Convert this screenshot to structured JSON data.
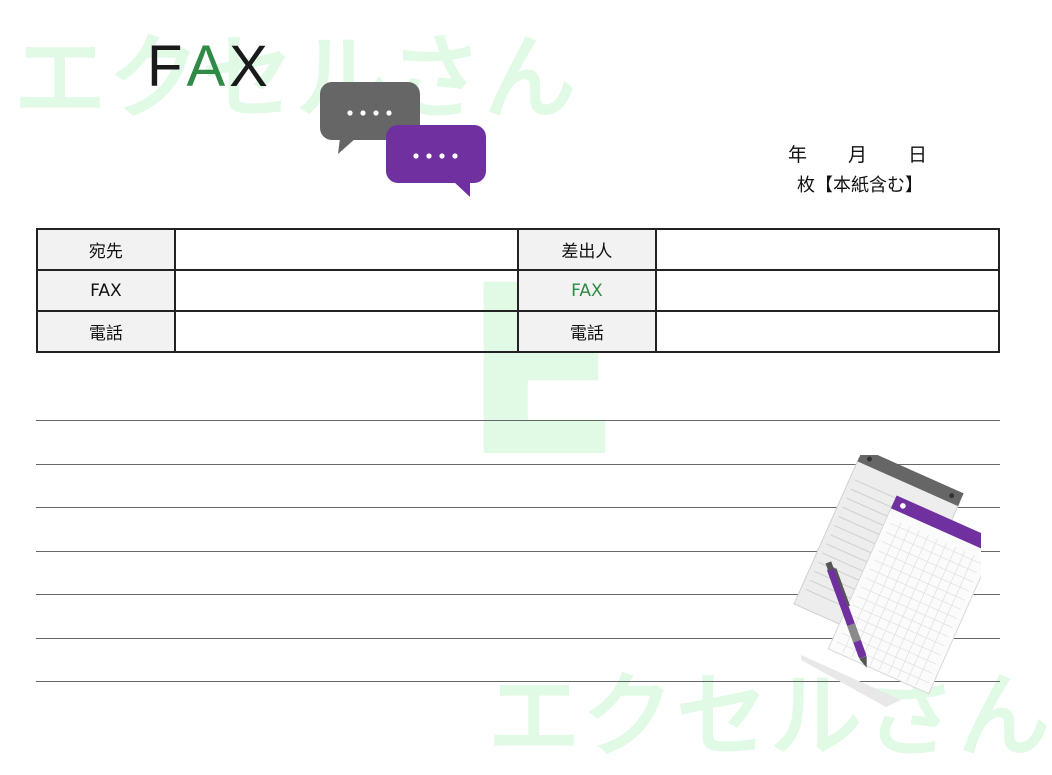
{
  "watermark": {
    "brand": "エクセルさん",
    "letter": "E"
  },
  "title": {
    "f": "F",
    "a": "A",
    "x": "X"
  },
  "date": {
    "year": "年",
    "month": "月",
    "day": "日",
    "pages": "枚【本紙含む】"
  },
  "table": {
    "to_label": "宛先",
    "from_label": "差出人",
    "fax_label": "FAX",
    "tel_label": "電話",
    "to_value": "",
    "from_value": "",
    "to_fax_value": "",
    "from_fax_value": "",
    "to_tel_value": "",
    "from_tel_value": ""
  },
  "colors": {
    "accent_green": "#2f8a45",
    "bubble_gray": "#666666",
    "bubble_purple": "#7030a0",
    "watermark": "#c8f7d2"
  },
  "icons": {
    "bubbles": "speech-bubbles-icon",
    "notepad": "notepad-pen-icon"
  },
  "lines": {
    "count": 7
  }
}
